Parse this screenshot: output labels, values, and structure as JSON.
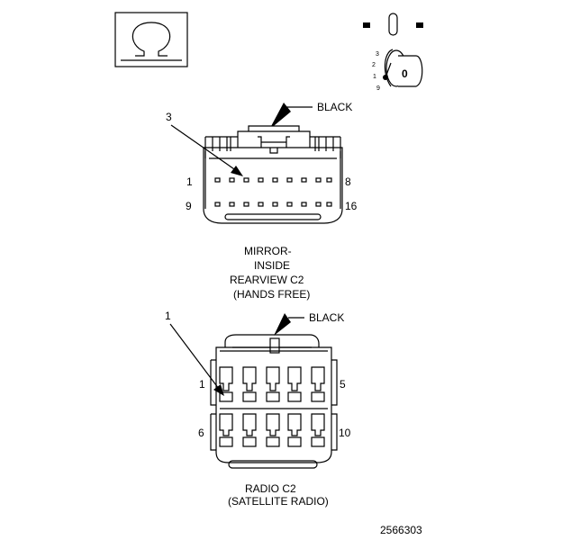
{
  "colors": {
    "ink": "#000000",
    "paper": "#ffffff"
  },
  "icons": {
    "ohm": "ohm-symbol-icon",
    "ignition": "ignition-switch-icon"
  },
  "ignition": {
    "positions": [
      "3",
      "2",
      "1",
      "9"
    ],
    "key_label": "0"
  },
  "connector_c2_mirror": {
    "color_label": "BLACK",
    "callout": "3",
    "pin_left_top": "1",
    "pin_right_top": "8",
    "pin_left_bottom": "9",
    "pin_right_bottom": "16",
    "caption_lines": [
      "MIRROR-",
      "INSIDE",
      "REARVIEW C2",
      "(HANDS FREE)"
    ]
  },
  "connector_c2_radio": {
    "color_label": "BLACK",
    "callout": "1",
    "pin_left_top": "1",
    "pin_right_top": "5",
    "pin_left_bottom": "6",
    "pin_right_bottom": "10",
    "caption_lines": [
      "RADIO C2",
      "(SATELLITE RADIO)"
    ]
  },
  "figure_id": "2566303"
}
